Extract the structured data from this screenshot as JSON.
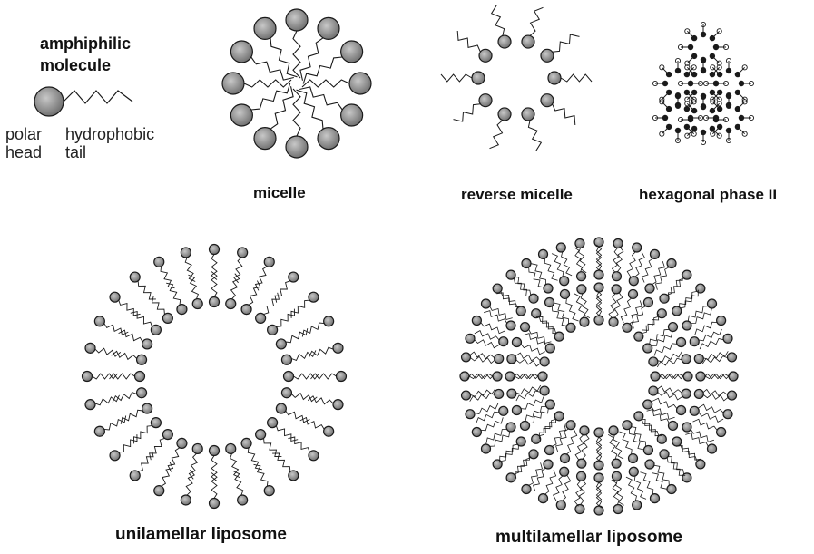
{
  "legend": {
    "title_line1": "amphiphilic",
    "title_line2": "molecule",
    "head_label_line1": "polar",
    "head_label_line2": "head",
    "tail_label_line1": "hydrophobic",
    "tail_label_line2": "tail"
  },
  "captions": {
    "micelle": "micelle",
    "reverse_micelle": "reverse micelle",
    "hexagonal": "hexagonal phase II",
    "unilamellar": "unilamellar liposome",
    "multilamellar": "multilamellar liposome"
  },
  "colors": {
    "head_fill": "#8c8c8c",
    "ink": "#1a1a1a"
  }
}
